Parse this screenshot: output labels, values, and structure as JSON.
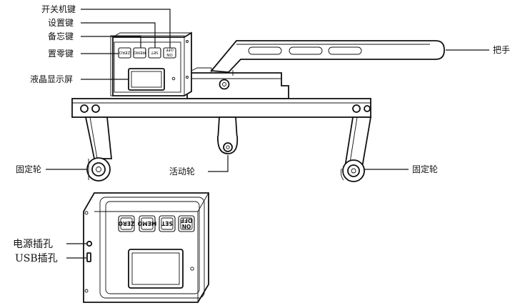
{
  "labels": {
    "power_key": "开关机键",
    "settings_key": "设置键",
    "memo_key": "备忘键",
    "zero_key": "置零键",
    "lcd_screen": "液晶显示屏",
    "handle": "把手",
    "fixed_wheel_left": "固定轮",
    "movable_wheel": "活动轮",
    "fixed_wheel_right": "固定轮",
    "power_jack": "电源插孔",
    "usb_port": "USB插孔"
  },
  "keys": {
    "zero": "ZERO",
    "memo": "MEMO",
    "set": "SET",
    "off": "OFF",
    "on": "ON"
  }
}
